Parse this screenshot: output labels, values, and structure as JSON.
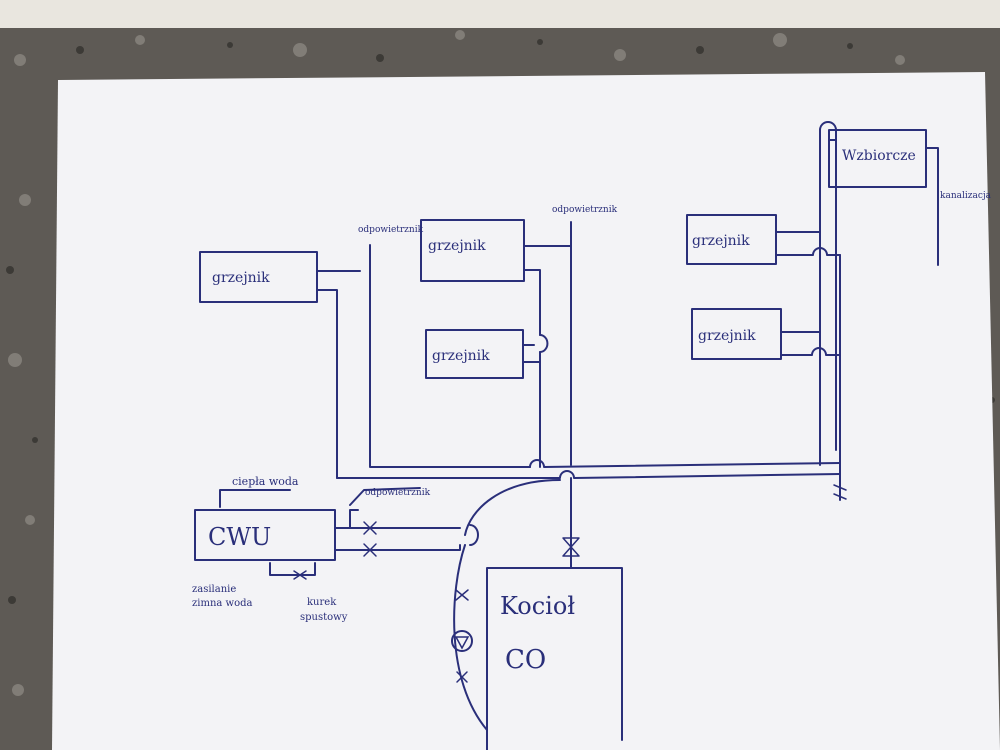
{
  "labels": {
    "grzejnik": "grzejnik",
    "odpowietrznik": "odpowietrznik",
    "wzbiorcze": "Wzbiorcze",
    "kanalizacja": "kanalizacja",
    "ciepla_woda": "ciepła woda",
    "cwu": "CWU",
    "zasilanie": "zasilanie",
    "zimna_woda": "zimna woda",
    "kurek": "kurek",
    "spustowy": "spustowy",
    "kociol": "Kocioł",
    "co": "CO"
  },
  "colors": {
    "ink": "#2a2f7a",
    "paper": "#f3f3f6",
    "floor": "#5b5752"
  }
}
